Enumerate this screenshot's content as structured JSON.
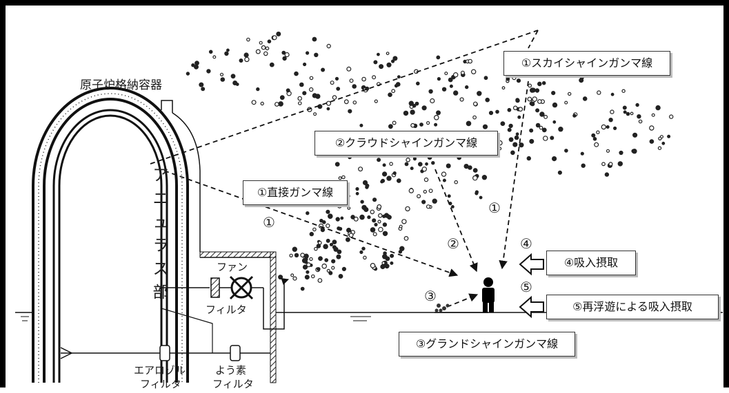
{
  "labels": {
    "containment": "原子炉格納容器",
    "annulus": "アニュラス部",
    "fan": "ファン",
    "filter": "フィルタ",
    "aerosol_filter_line1": "エアロゾル",
    "aerosol_filter_line2": "フィルタ",
    "iodine_filter_line1": "よう素",
    "iodine_filter_line2": "フィルタ"
  },
  "boxes": {
    "skyshine": "①スカイシャインガンマ線",
    "cloudshine": "②クラウドシャインガンマ線",
    "direct": "①直接ガンマ線",
    "groundshine": "③グランドシャインガンマ線",
    "inhalation": "④吸入摂取",
    "resuspension": "⑤再浮遊による吸入摂取"
  },
  "markers": {
    "m1_direct": "①",
    "m1_sky": "①",
    "m2": "②",
    "m3": "③",
    "m4": "④",
    "m5": "⑤"
  }
}
